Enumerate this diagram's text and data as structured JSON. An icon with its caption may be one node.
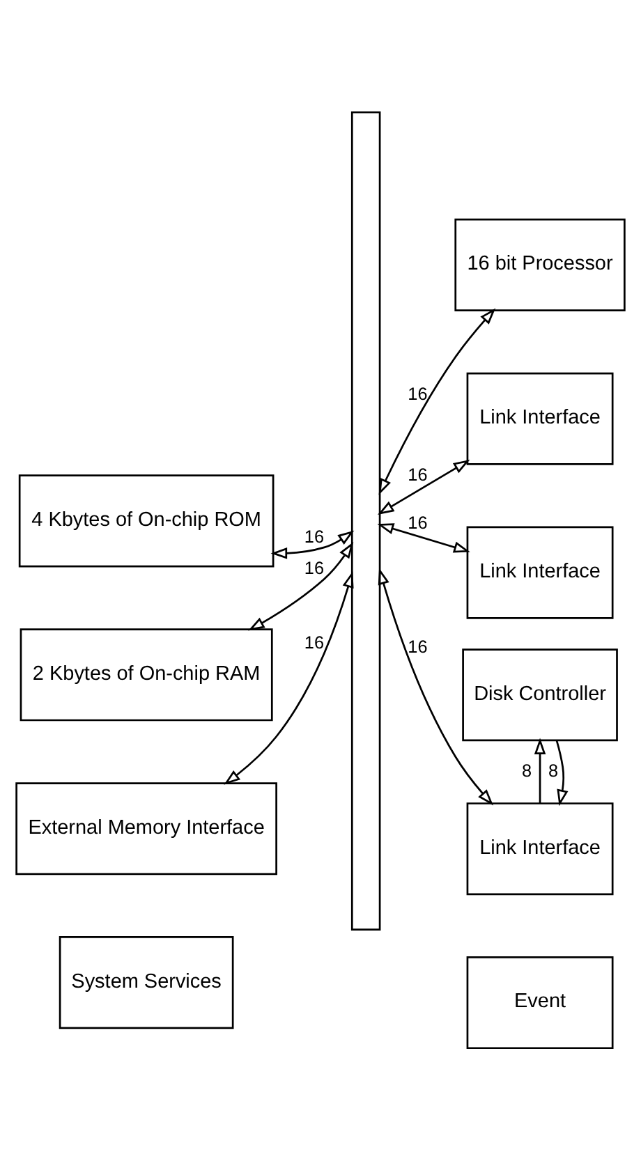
{
  "diagram": {
    "nodes": [
      {
        "text": [
          "System Services"
        ]
      },
      {
        "text": [
          "4 Kbytes of On-chip ROM"
        ]
      },
      {
        "text": [
          "2 Kbytes of On-chip RAM"
        ]
      },
      {
        "text": [
          "External Memory Interface"
        ]
      },
      {
        "text": [],
        "shape": "bar"
      },
      {
        "text": [
          "16 bit Processor"
        ]
      },
      {
        "text": [
          "Event"
        ]
      },
      {
        "text": [
          "Link Interface"
        ]
      },
      {
        "text": [
          "Link Interface"
        ]
      },
      {
        "text": [
          "Link Interface"
        ]
      },
      {
        "text": [
          "Disk Controller"
        ]
      }
    ],
    "edges": [
      {
        "from": 1,
        "to": 4,
        "arrow": "both",
        "label": "16"
      },
      {
        "from": 2,
        "to": 4,
        "arrow": "both",
        "label": "16"
      },
      {
        "from": 3,
        "to": 4,
        "arrow": "both",
        "label": "16"
      },
      {
        "from": 4,
        "to": 5,
        "arrow": "both",
        "label": "16"
      },
      {
        "from": 4,
        "to": 7,
        "arrow": "both",
        "label": "16"
      },
      {
        "from": 4,
        "to": 8,
        "arrow": "both",
        "label": "16"
      },
      {
        "from": 4,
        "to": 9,
        "arrow": "both",
        "label": "16"
      },
      {
        "from": 9,
        "to": 10,
        "arrow": "to",
        "label": "8"
      },
      {
        "from": 10,
        "to": 9,
        "arrow": "to",
        "label": "8"
      }
    ]
  }
}
